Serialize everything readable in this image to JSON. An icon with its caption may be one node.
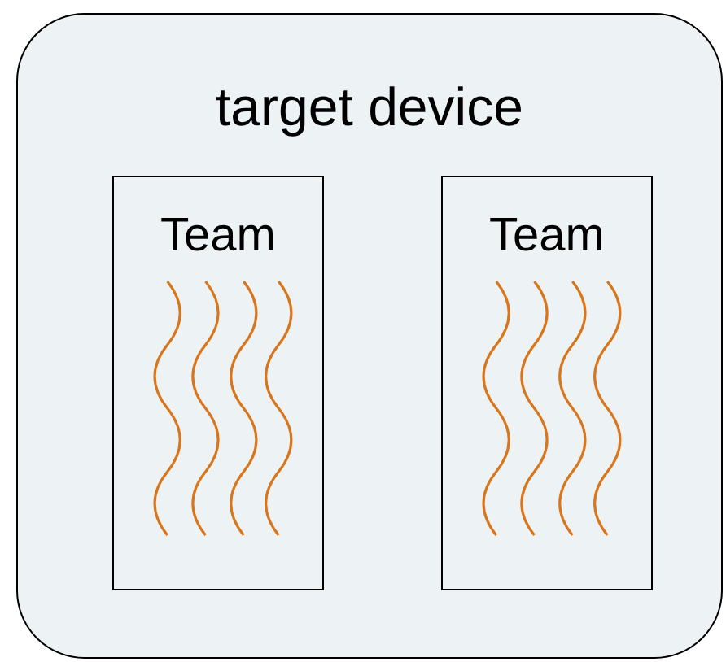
{
  "diagram": {
    "nodes": [
      {
        "text": [
          "target device"
        ]
      },
      {
        "text": [
          "Team"
        ],
        "in": 0
      },
      {
        "text": [
          "Team"
        ],
        "in": 0
      }
    ]
  }
}
